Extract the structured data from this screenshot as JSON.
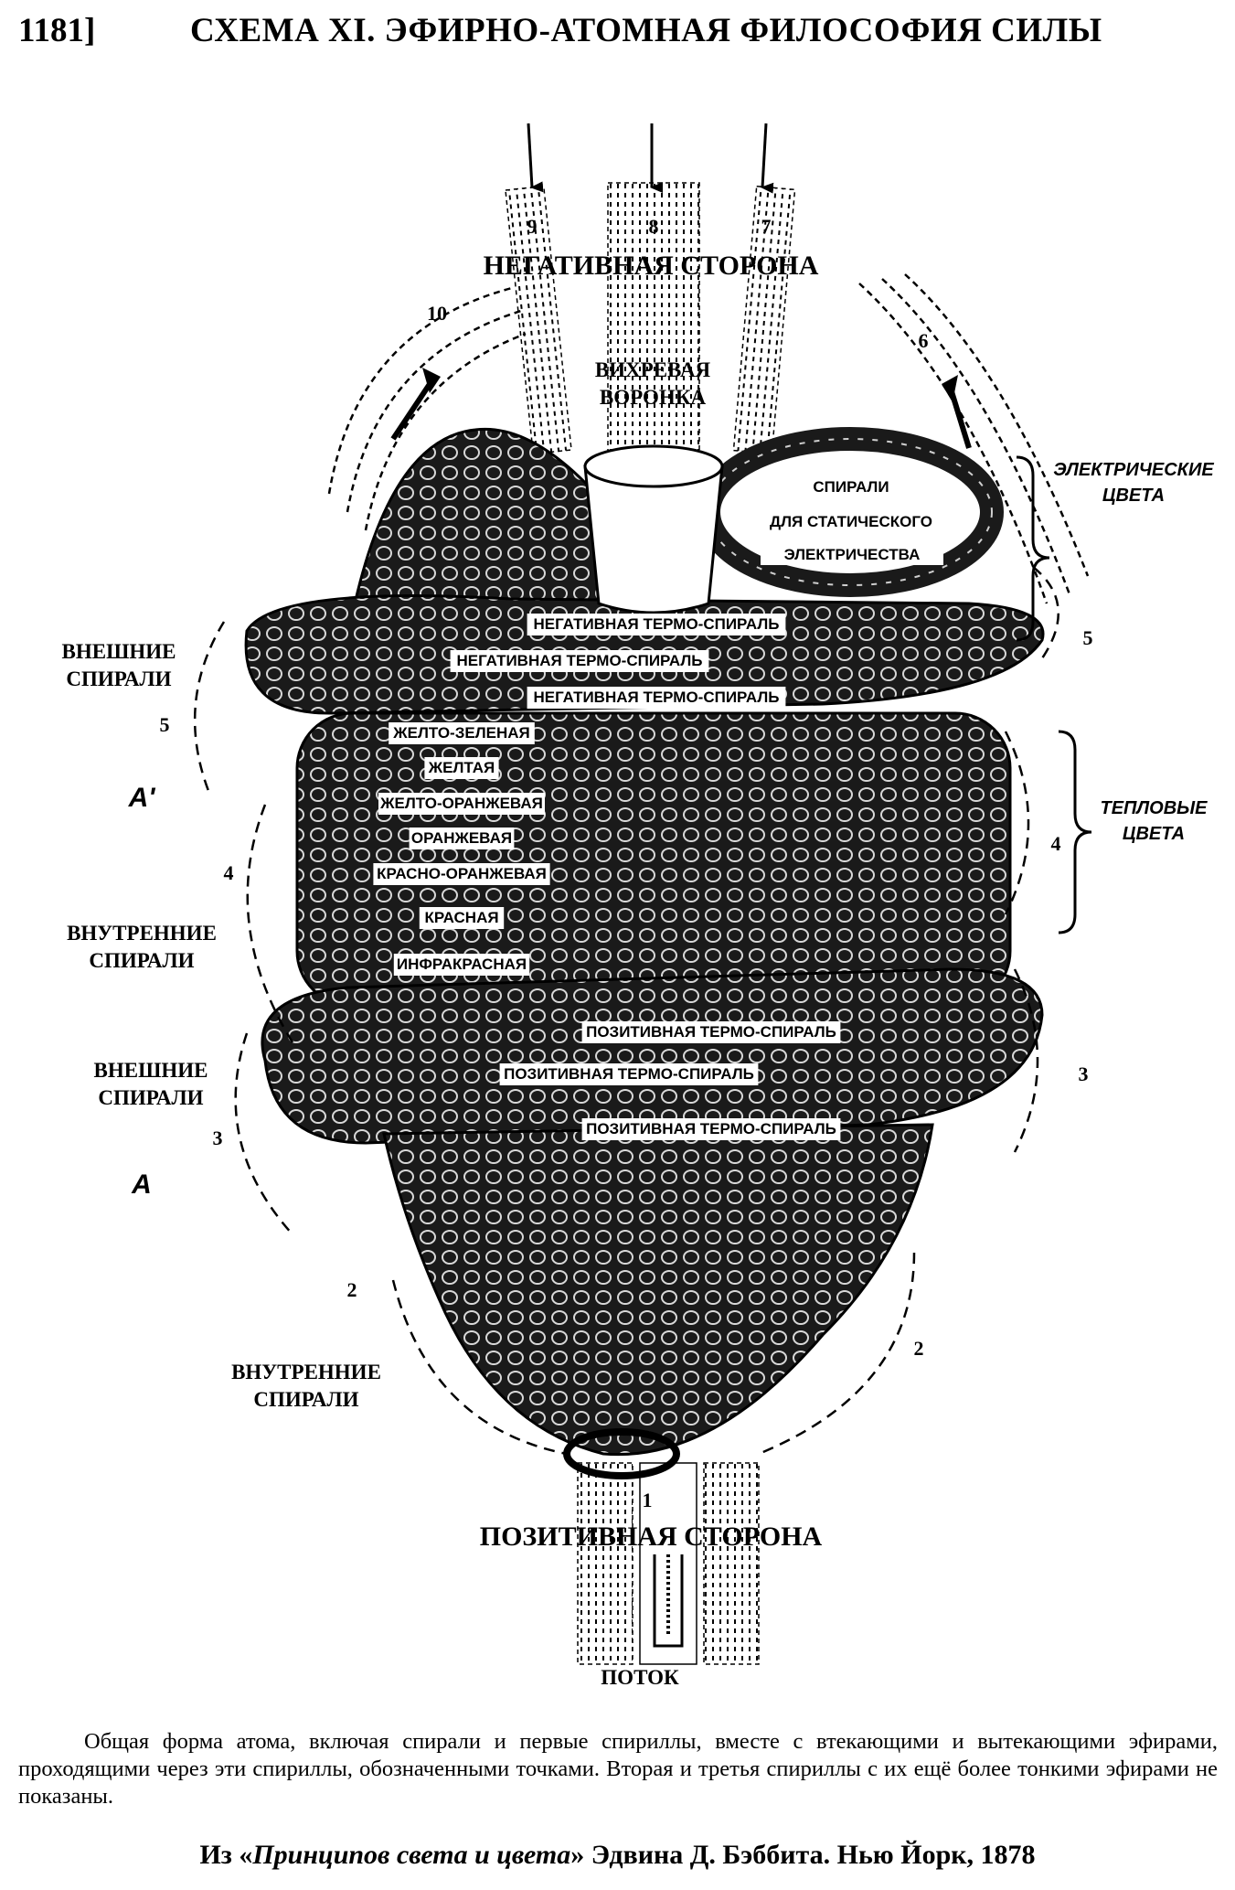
{
  "header": {
    "page_number": "1181]",
    "title": "СХЕМА XI. ЭФИРНО-АТОМНАЯ ФИЛОСОФИЯ СИЛЫ"
  },
  "diagram": {
    "top_label": "НЕГАТИВНАЯ СТОРОНА",
    "bottom_label": "ПОЗИТИВНАЯ СТОРОНА",
    "stream_label": "ПОТОК",
    "vortex_label": [
      "ВИХРЕВАЯ",
      "ВОРОНКА"
    ],
    "static_spiral": [
      "СПИРАЛИ",
      "ДЛЯ СТАТИЧЕСКОГО",
      "ЭЛЕКТРИЧЕСТВА"
    ],
    "electric_colors": [
      "ЭЛЕКТРИЧЕСКИЕ",
      "ЦВЕТА"
    ],
    "thermal_colors": [
      "ТЕПЛОВЫЕ",
      "ЦВЕТА"
    ],
    "outer_spirals_upper": [
      "ВНЕШНИЕ",
      "СПИРАЛИ"
    ],
    "inner_spirals_upper": [
      "ВНУТРЕННИЕ",
      "СПИРАЛИ"
    ],
    "outer_spirals_lower": [
      "ВНЕШНИЕ",
      "СПИРАЛИ"
    ],
    "inner_spirals_lower": [
      "ВНУТРЕННИЕ",
      "СПИРАЛИ"
    ],
    "point_a_prime": "A'",
    "point_a": "A",
    "negative_bands": [
      "НЕГАТИВНАЯ ТЕРМО-СПИРАЛЬ",
      "НЕГАТИВНАЯ ТЕРМО-СПИРАЛЬ",
      "НЕГАТИВНАЯ ТЕРМО-СПИРАЛЬ"
    ],
    "color_bands": [
      "ЖЕЛТО-ЗЕЛЕНАЯ",
      "ЖЕЛТАЯ",
      "ЖЕЛТО-ОРАНЖЕВАЯ",
      "ОРАНЖЕВАЯ",
      "КРАСНО-ОРАНЖЕВАЯ",
      "КРАСНАЯ",
      "ИНФРАКРАСНАЯ"
    ],
    "positive_bands": [
      "ПОЗИТИВНАЯ ТЕРМО-СПИРАЛЬ",
      "ПОЗИТИВНАЯ ТЕРМО-СПИРАЛЬ",
      "ПОЗИТИВНАЯ ТЕРМО-СПИРАЛЬ"
    ],
    "numbers": {
      "n9": "9",
      "n8": "8",
      "n7": "7",
      "n10": "10",
      "n6": "6",
      "n5_left": "5",
      "n5_right": "5",
      "n4_left": "4",
      "n4_right": "4",
      "n3_left": "3",
      "n3_right": "3",
      "n2_left": "2",
      "n2_right": "2",
      "n1": "1"
    }
  },
  "caption": "Общая форма атома, включая спирали и первые спириллы, вместе с втекающими и вытекающими эфирами, проходящими через эти спириллы, обозначенными точками. Вторая и третья спириллы с их ещё более тонкими эфирами не показаны.",
  "source": {
    "prefix": "Из «",
    "title": "Принципов света и цвета",
    "suffix": "» Эдвина Д. Бэббита. Нью Йорк, 1878"
  }
}
